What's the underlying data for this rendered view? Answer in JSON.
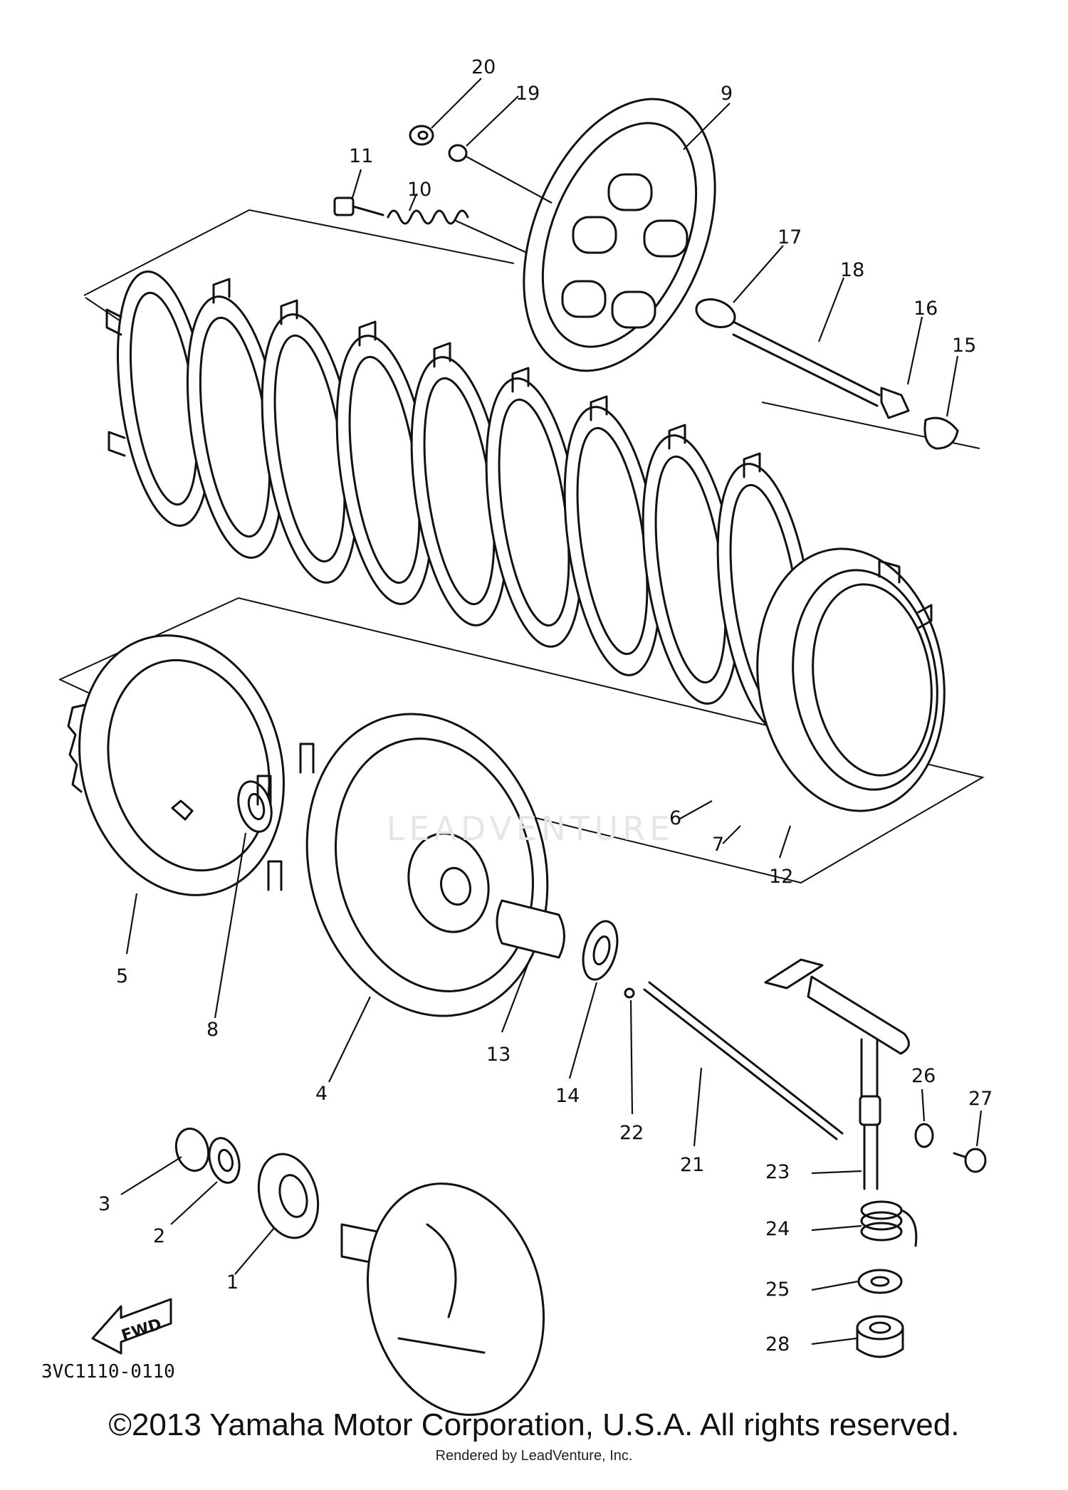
{
  "diagram": {
    "code": "3VC1110-0110",
    "fwd_label": "FWD",
    "callouts": [
      "20",
      "19",
      "9",
      "11",
      "10",
      "17",
      "18",
      "16",
      "15",
      "6",
      "7",
      "12",
      "5",
      "8",
      "4",
      "13",
      "14",
      "22",
      "21",
      "26",
      "27",
      "23",
      "24",
      "25",
      "28",
      "3",
      "2",
      "1"
    ]
  },
  "footer": {
    "copyright": "©2013 Yamaha Motor Corporation, U.S.A. All rights reserved.",
    "rendered_by": "Rendered by LeadVenture, Inc."
  },
  "watermark": {
    "text": "LEADVENTURE"
  }
}
